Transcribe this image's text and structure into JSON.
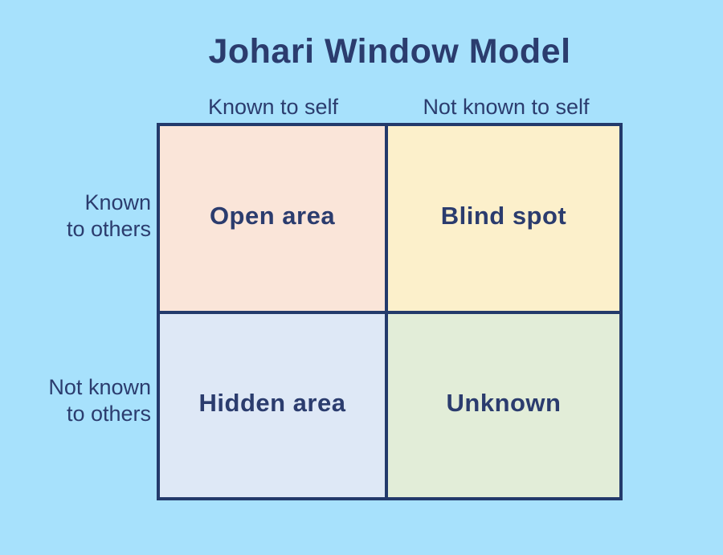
{
  "title": "Johari Window Model",
  "colors": {
    "background": "#A7E1FC",
    "border": "#233A6B",
    "text": "#2B3C6E",
    "open_area": "#FAE5D9",
    "blind_spot": "#FCF0CB",
    "hidden_area": "#DEE8F6",
    "unknown": "#E2EDD8"
  },
  "columns": [
    {
      "label": "Known to self"
    },
    {
      "label": "Not known to self"
    }
  ],
  "rows": [
    {
      "line1": "Known",
      "line2": "to others"
    },
    {
      "line1": "Not known",
      "line2": "to others"
    }
  ],
  "quadrants": [
    {
      "label": "Open area"
    },
    {
      "label": "Blind spot"
    },
    {
      "label": "Hidden area"
    },
    {
      "label": "Unknown"
    }
  ]
}
